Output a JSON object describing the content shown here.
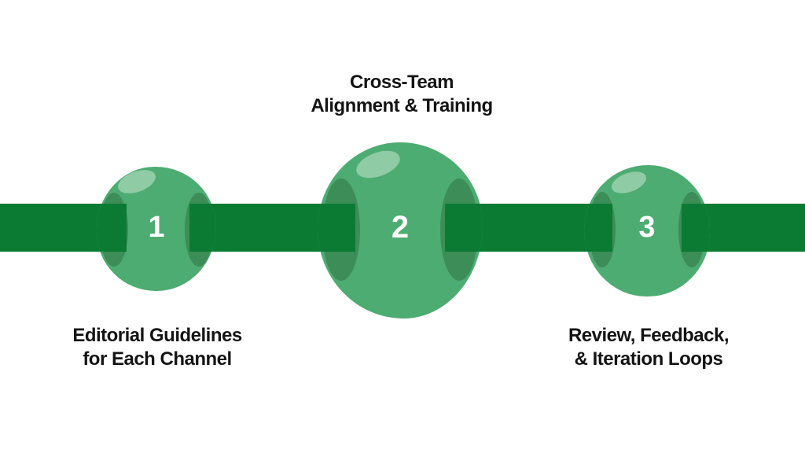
{
  "palette": {
    "bg": "#ffffff",
    "bar": "#0b7b33",
    "bead": "#4dac71",
    "hole": "#3c8d58",
    "highlight": "#8fcba4",
    "number": "#ffffff",
    "label": "#141414"
  },
  "diagram": {
    "type": "process-timeline",
    "orientation": "horizontal",
    "step_count": 3
  },
  "steps": [
    {
      "number": "1",
      "label_line1": "Editorial Guidelines",
      "label_line2": "for Each Channel",
      "label_position": "below"
    },
    {
      "number": "2",
      "label_line1": "Cross-Team",
      "label_line2": "Alignment & Training",
      "label_position": "above"
    },
    {
      "number": "3",
      "label_line1": "Review, Feedback,",
      "label_line2": "& Iteration Loops",
      "label_position": "below"
    }
  ]
}
